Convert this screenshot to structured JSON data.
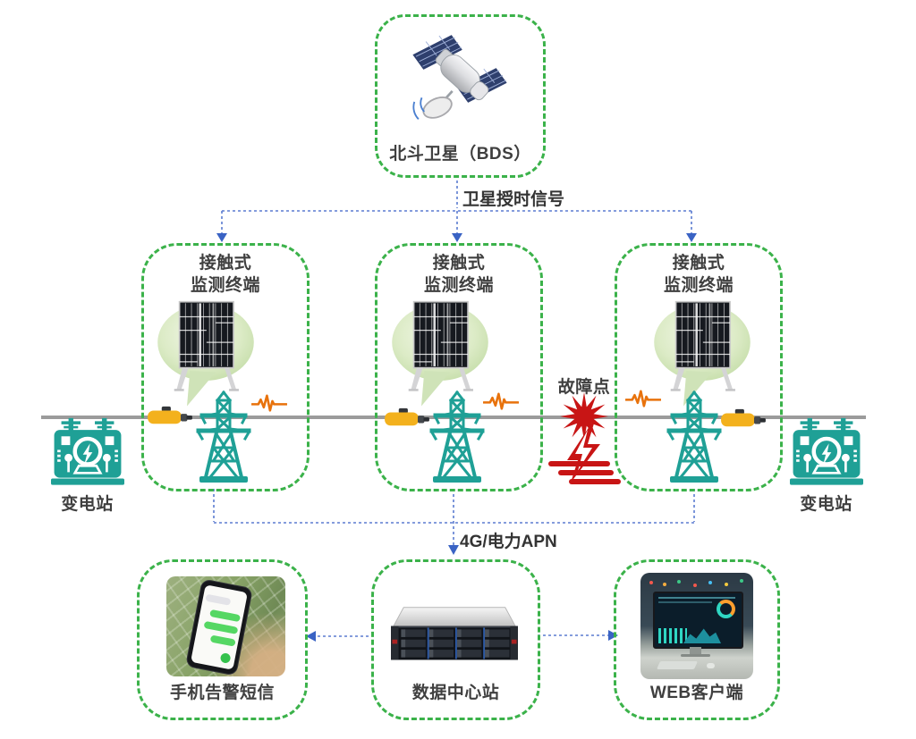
{
  "satellite": {
    "label": "北斗卫星（BDS）"
  },
  "labels": {
    "timing_signal": "卫星授时信号",
    "apn": "4G/电力APN",
    "fault": "故障点",
    "substation_left": "变电站",
    "substation_right": "变电站"
  },
  "terminal": {
    "line1": "接触式",
    "line2": "监测终端"
  },
  "bottom": {
    "sms_label": "手机告警短信",
    "datacenter_label": "数据中心站",
    "web_label": "WEB客户端"
  },
  "colors": {
    "box_border_green": "#3bb24a",
    "connector_blue": "#5b7cd0",
    "arrow_blue": "#3a63c4",
    "device_teal": "#1fa096",
    "waveform_orange": "#e8720c",
    "fault_red": "#c81515",
    "sensor_yellow": "#f3b11d",
    "power_line_gray": "#9b9b9b",
    "text_gray": "#3f3f3f"
  }
}
